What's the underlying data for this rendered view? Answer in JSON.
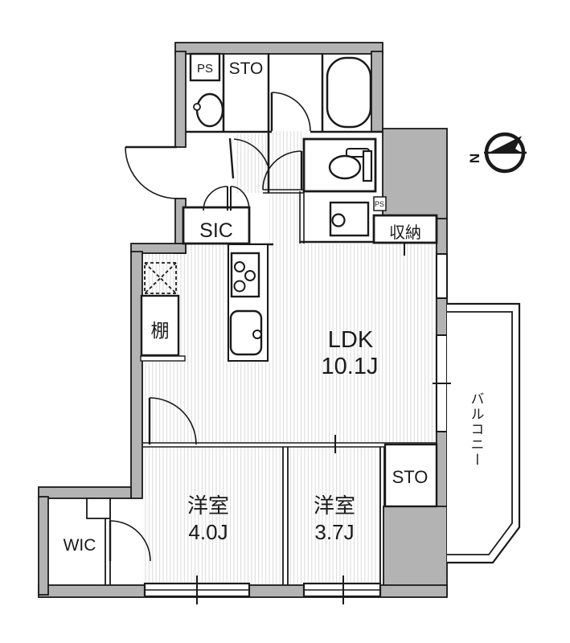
{
  "colors": {
    "wall_fill": "#b3b3b3",
    "line": "#1a1a1a",
    "floor_stripe": "#dddddd",
    "background": "#ffffff"
  },
  "compass": {
    "label": "N"
  },
  "rooms": {
    "ldk": {
      "name": "LDK",
      "size": "10.1J"
    },
    "bedroom_sw": {
      "name": "洋室",
      "size": "4.0J"
    },
    "bedroom_se": {
      "name": "洋室",
      "size": "3.7J"
    },
    "balcony": {
      "name": "バルコニー"
    },
    "wic": {
      "name": "WIC"
    },
    "sic": {
      "name": "SIC"
    },
    "storage_top": {
      "name": "STO"
    },
    "storage_bottom": {
      "name": "STO"
    },
    "closet": {
      "name": "収納"
    },
    "shelf": {
      "name": "棚"
    },
    "pipe_space_top": {
      "name": "PS"
    },
    "pipe_space_mid": {
      "name": "PS"
    }
  }
}
